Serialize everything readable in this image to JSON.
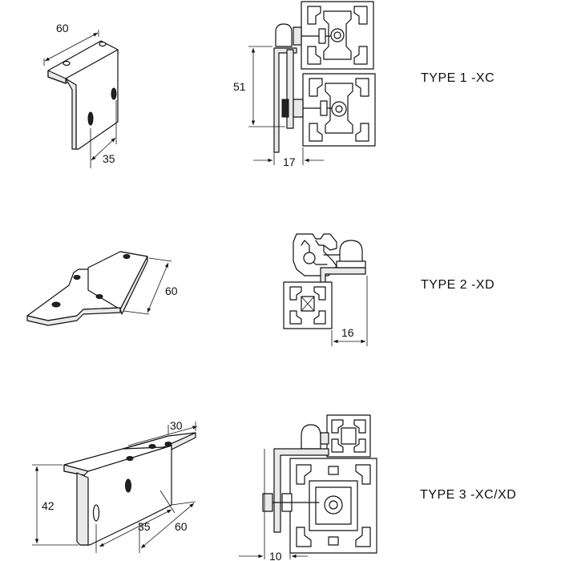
{
  "types": [
    {
      "label": "TYPE 1  -XC",
      "bracket_dims": [
        "60",
        "35"
      ],
      "assembly_dims": [
        "51",
        "17"
      ]
    },
    {
      "label": "TYPE 2  -XD",
      "bracket_dims": [
        "60"
      ],
      "assembly_dims": [
        "16"
      ]
    },
    {
      "label": "TYPE 3  -XC/XD",
      "bracket_dims": [
        "30",
        "42",
        "35",
        "60"
      ],
      "assembly_dims": [
        "10"
      ]
    }
  ],
  "icons": [
    "angle-bracket-icon",
    "flat-bracket-icon",
    "extrusion-profile-icon",
    "bolt-icon"
  ]
}
